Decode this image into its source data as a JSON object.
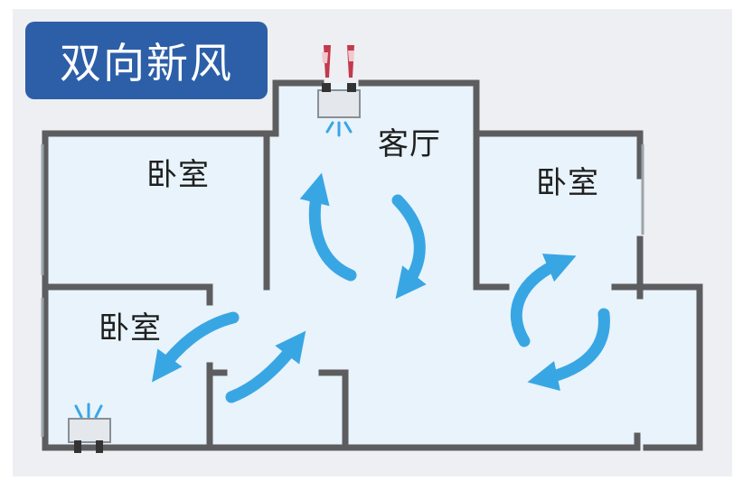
{
  "title": "双向新风",
  "rooms": {
    "living": "客厅",
    "bedroom_top_left": "卧室",
    "bedroom_right": "卧室",
    "bedroom_bottom_left": "卧室"
  },
  "colors": {
    "title_bg": "#2d5fa8",
    "wall": "#5d5d5f",
    "floor": "#e8f3fb",
    "arrow": "#39a6e4",
    "supply_red": "#c23a4b"
  },
  "icons": {
    "vent_unit": "fresh-air-unit-icon",
    "airflow": "airflow-arrow-icon"
  }
}
